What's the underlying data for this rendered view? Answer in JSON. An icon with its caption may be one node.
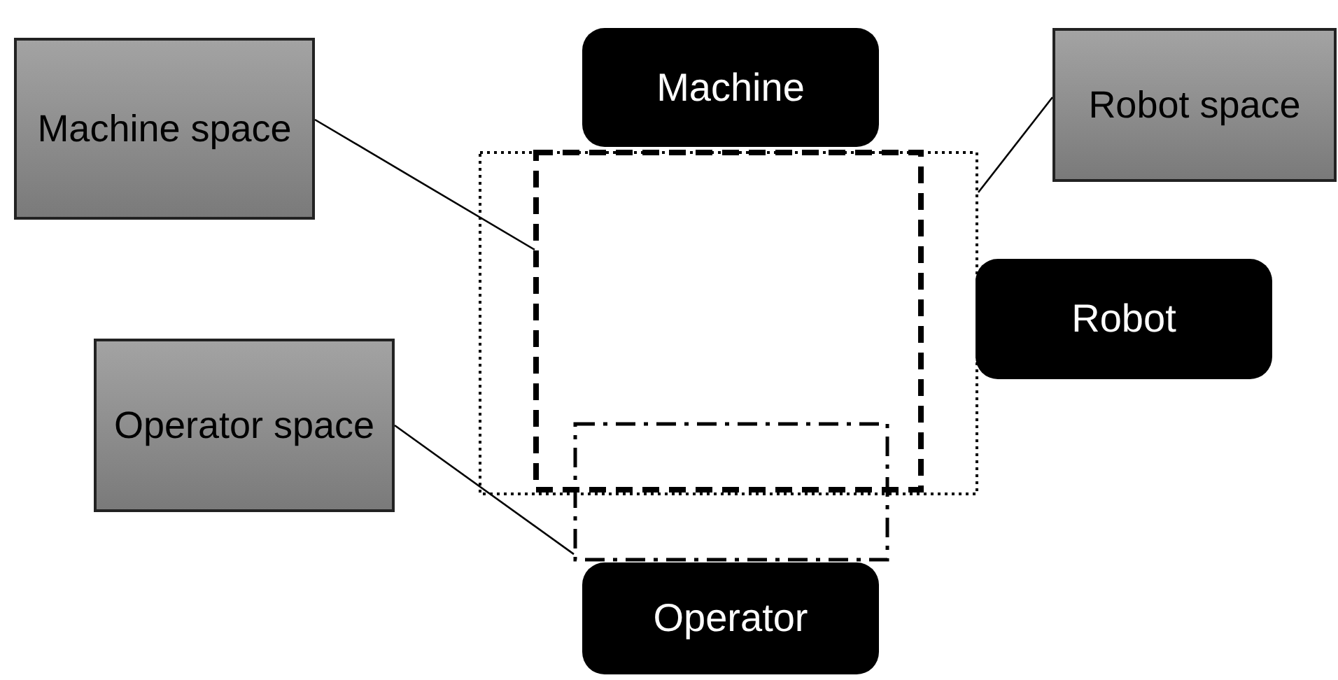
{
  "diagram": {
    "nodes": [
      {
        "text": [
          "Machine space"
        ]
      },
      {
        "text": [
          "Machine"
        ]
      },
      {
        "text": [
          "Robot space"
        ]
      },
      {
        "text": [
          "Robot"
        ]
      },
      {
        "text": [
          "Operator space"
        ]
      },
      {
        "text": [
          "Operator"
        ]
      },
      {
        "text": [],
        "shape": "box"
      },
      {
        "text": [],
        "shape": "box",
        "in": 6
      },
      {
        "text": [],
        "shape": "box"
      }
    ],
    "edges": [
      {
        "from": 0,
        "to": 7,
        "arrow": "none"
      },
      {
        "from": 2,
        "to": 6,
        "arrow": "none"
      },
      {
        "from": 4,
        "to": 8,
        "arrow": "none"
      }
    ]
  }
}
